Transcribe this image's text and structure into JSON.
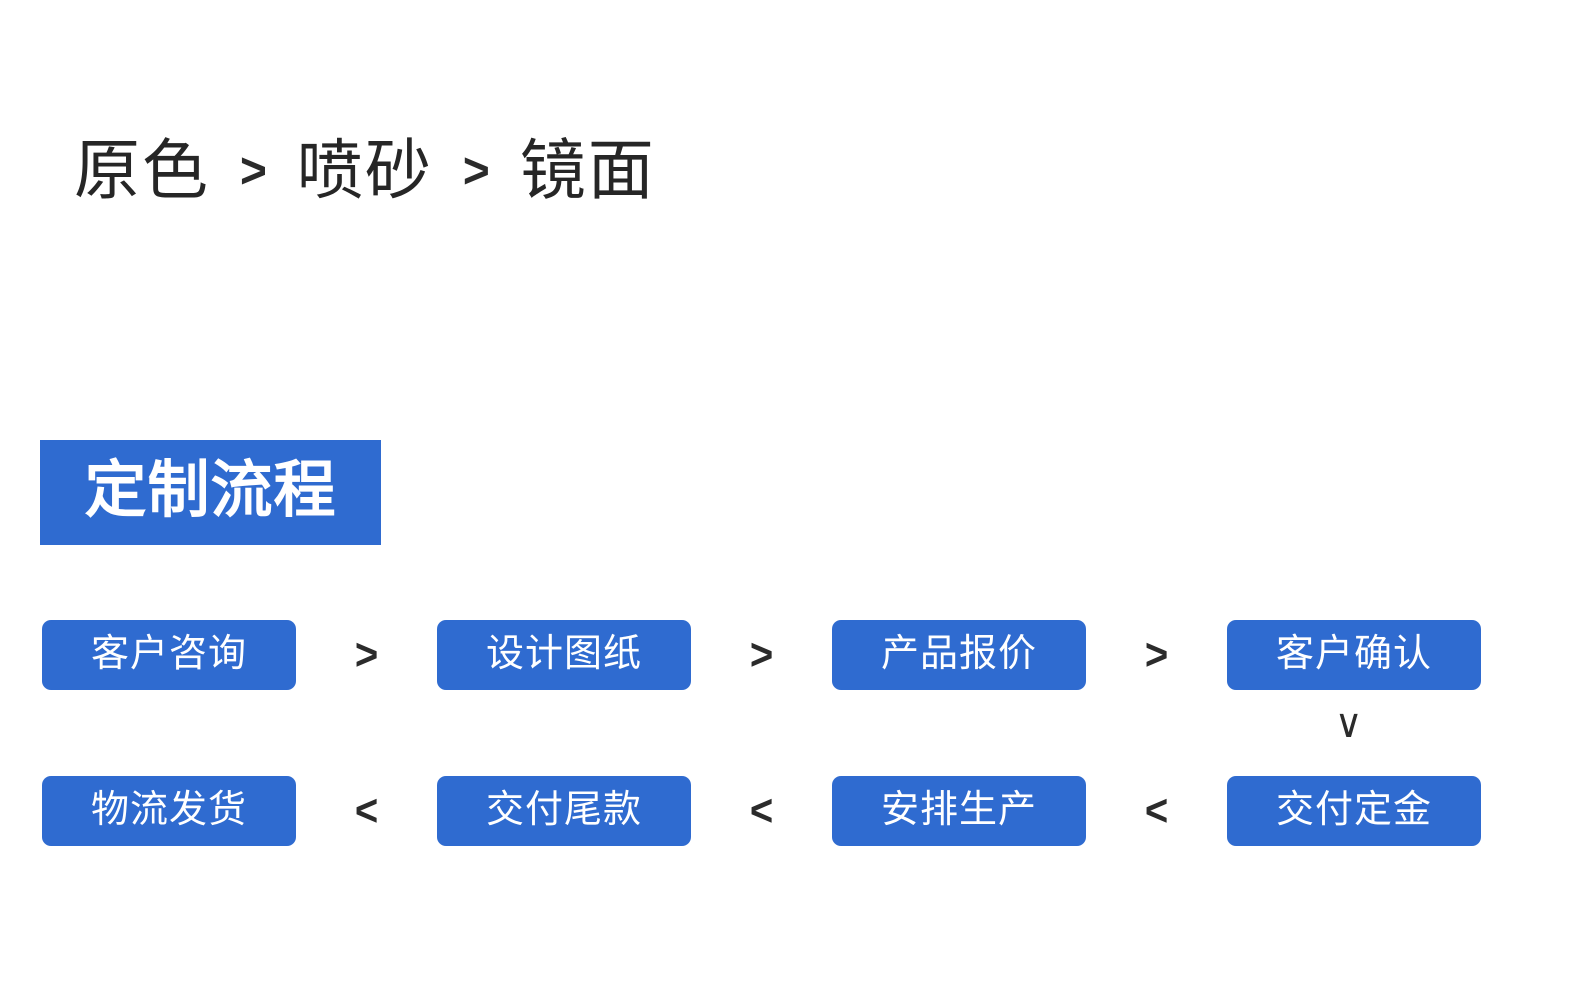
{
  "colors": {
    "brand_blue": "#2F6BD0",
    "text_dark": "#262626",
    "arrow_dark": "#2B2B2B",
    "page_background": "#FFFFFF"
  },
  "finish_row": {
    "name": "surface-finish-options",
    "items": [
      {
        "label": "原色"
      },
      {
        "label": "喷砂"
      },
      {
        "label": "镜面"
      }
    ],
    "separator": ">"
  },
  "section": {
    "title": "定制流程"
  },
  "flow": {
    "forward_separator": ">",
    "backward_separator": "<",
    "wrap_separator": "∨",
    "row1": [
      {
        "label": "客户咨询"
      },
      {
        "label": "设计图纸"
      },
      {
        "label": "产品报价"
      },
      {
        "label": "客户确认"
      }
    ],
    "row2": [
      {
        "label": "物流发货"
      },
      {
        "label": "交付尾款"
      },
      {
        "label": "安排生产"
      },
      {
        "label": "交付定金"
      }
    ]
  }
}
